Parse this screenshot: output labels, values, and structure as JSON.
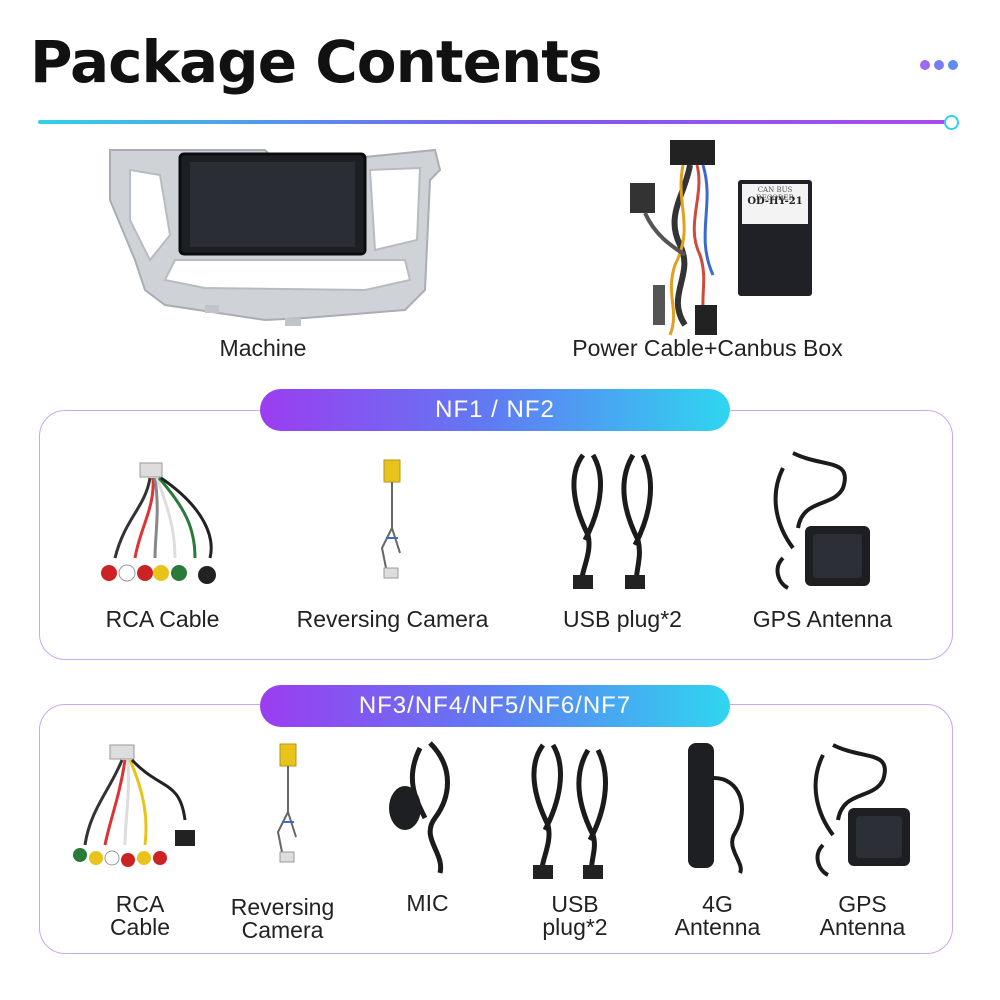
{
  "header": {
    "title": "Package Contents"
  },
  "colors": {
    "accent_purple": "#9b3df0",
    "accent_cyan": "#2fd6f0",
    "panel_border": "#c9a8f0"
  },
  "top_items": [
    {
      "label": "Machine"
    },
    {
      "label": "Power Cable+Canbus Box"
    }
  ],
  "canbus_box": {
    "line1": "CAN BUS DECODER",
    "line2": "OD-HY-21"
  },
  "section1": {
    "tag": "NF1 / NF2",
    "items": [
      {
        "label": "RCA Cable"
      },
      {
        "label": "Reversing Camera"
      },
      {
        "label": "USB plug*2"
      },
      {
        "label": "GPS Antenna"
      }
    ]
  },
  "section2": {
    "tag": "NF3/NF4/NF5/NF6/NF7",
    "items": [
      {
        "line1": "RCA",
        "line2": "Cable"
      },
      {
        "line1": "Reversing",
        "line2": "Camera"
      },
      {
        "line1": "MIC"
      },
      {
        "line1": "USB",
        "line2": "plug*2"
      },
      {
        "line1": "4G",
        "line2": "Antenna"
      },
      {
        "line1": "GPS",
        "line2": "Antenna"
      }
    ]
  }
}
